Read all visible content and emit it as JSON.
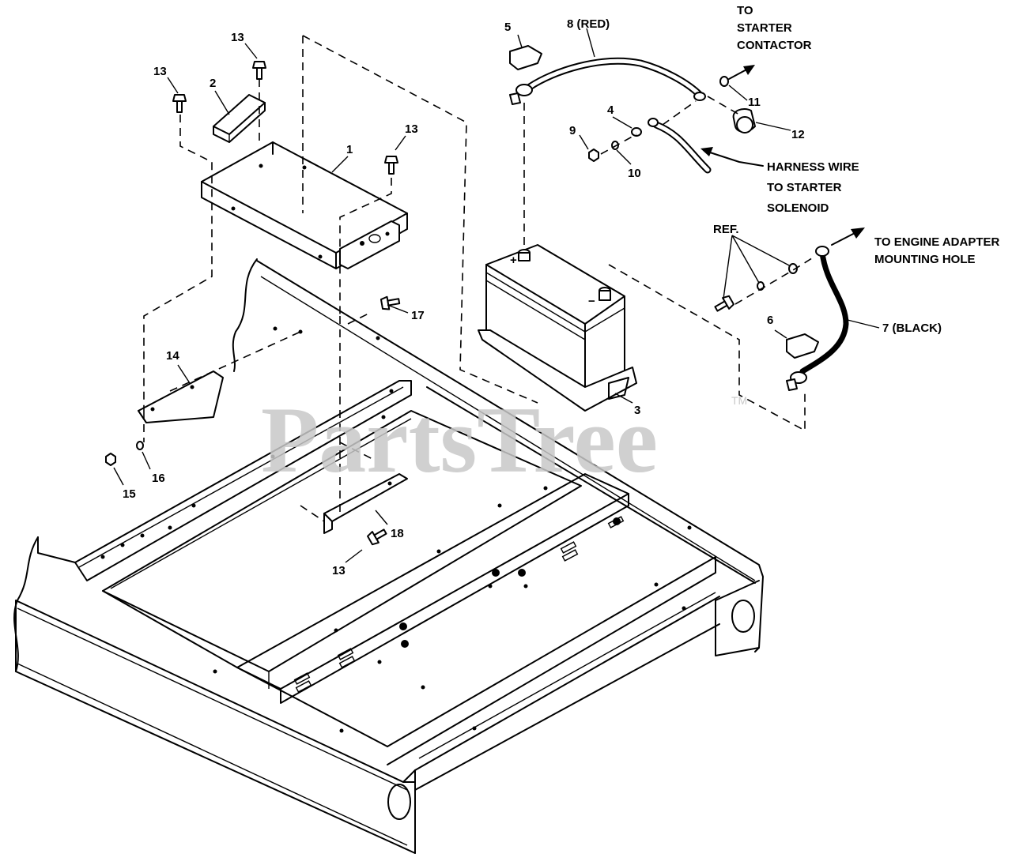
{
  "watermark": {
    "text": "PartsTree",
    "tm": "TM"
  },
  "callouts": {
    "c1": "1",
    "c2": "2",
    "c3": "3",
    "c4": "4",
    "c5": "5",
    "c6": "6",
    "c7": "7 (BLACK)",
    "c8": "8 (RED)",
    "c9": "9",
    "c10": "10",
    "c11": "11",
    "c12": "12",
    "c13a": "13",
    "c13b": "13",
    "c13c": "13",
    "c13d": "13",
    "c14": "14",
    "c15": "15",
    "c16": "16",
    "c17": "17",
    "c18": "18",
    "ref": "REF."
  },
  "notes": {
    "starter_line1": "TO",
    "starter_line2": "STARTER",
    "starter_line3": "CONTACTOR",
    "harness_line1": "HARNESS WIRE",
    "harness_line2": "TO STARTER",
    "harness_line3": "SOLENOID",
    "engine_line1": "TO ENGINE ADAPTER",
    "engine_line2": "MOUNTING HOLE"
  },
  "battery_symbols": {
    "plus": "+",
    "minus": "−"
  }
}
